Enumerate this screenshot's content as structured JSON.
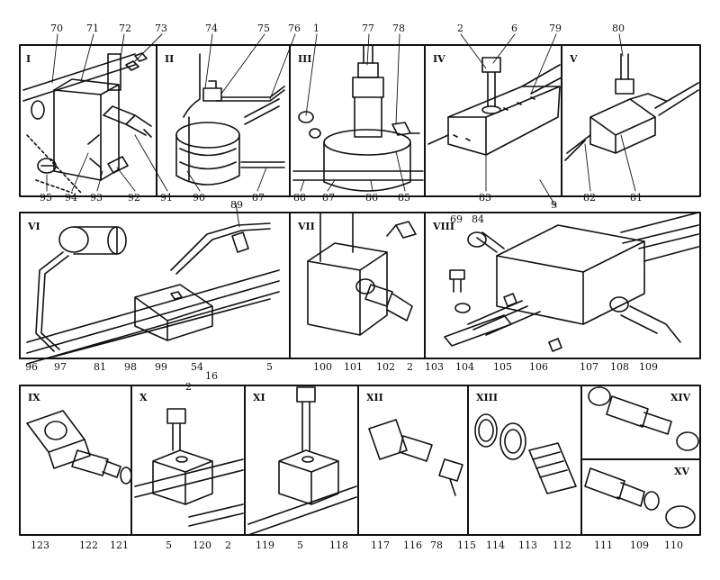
{
  "panels": {
    "p1": "I",
    "p2": "II",
    "p3": "III",
    "p4": "IV",
    "p5": "V",
    "p6": "VI",
    "p7": "VII",
    "p8": "VIII",
    "p9": "IX",
    "p10": "X",
    "p11": "XI",
    "p12": "XII",
    "p13": "XIII",
    "p14": "XIV",
    "p15": "XV"
  },
  "callouts": {
    "top": [
      "70",
      "71",
      "72",
      "73",
      "74",
      "75",
      "76",
      "1",
      "77",
      "78",
      "2",
      "6",
      "79",
      "80"
    ],
    "row1_bottom": [
      "95",
      "94",
      "93",
      "92",
      "91",
      "90",
      "87",
      "88",
      "87",
      "86",
      "85",
      "83",
      "9",
      "82",
      "81",
      "89"
    ],
    "row2_top": [
      "69",
      "84"
    ],
    "row2_bottom": [
      "96",
      "97",
      "81",
      "98",
      "99",
      "54",
      "5",
      "100",
      "101",
      "102",
      "2",
      "103",
      "104",
      "105",
      "106",
      "107",
      "108",
      "109"
    ],
    "row3_inner": [
      "16",
      "2"
    ],
    "row3_bottom": [
      "123",
      "122",
      "121",
      "5",
      "120",
      "2",
      "119",
      "5",
      "118",
      "117",
      "116",
      "78",
      "115",
      "114",
      "113",
      "112",
      "111",
      "109",
      "110"
    ]
  }
}
